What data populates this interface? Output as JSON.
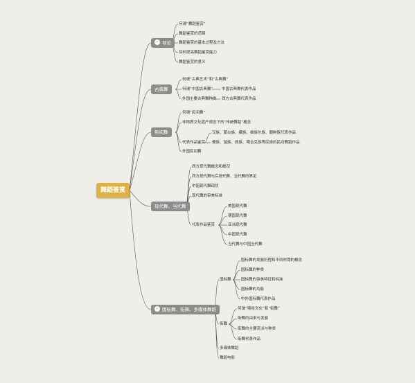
{
  "root": {
    "label": "舞蹈鉴赏"
  },
  "branches": [
    {
      "label": "导论",
      "icon": "check-circle-icon"
    },
    {
      "label": "古典舞"
    },
    {
      "label": "民间舞"
    },
    {
      "label": "现代舞、当代舞"
    },
    {
      "label": "国标舞、街舞、多媒体舞蹈",
      "icon": "check-circle-icon"
    }
  ],
  "intro": [
    "何谓“舞蹈鉴赏”",
    "舞蹈鉴赏的范畴",
    "舞蹈鉴赏的基本过程及方法",
    "如何提高舞蹈鉴赏能力",
    "舞蹈鉴赏的意义"
  ],
  "classical": {
    "items": [
      "何谓“古典艺术”和“古典舞”",
      "何谓“中国古典舞”",
      "外国主要古典舞种类"
    ],
    "subs": [
      "中国古典舞代表作品",
      "西方古典舞代表作品"
    ]
  },
  "folk": {
    "items": [
      "何谓“民间舞”",
      "非物质文化遗产观念下的“传统舞蹈”概念",
      "代表作品鉴赏",
      "外国民间舞"
    ],
    "subs": [
      "汉族、蒙古族、藏族、维族尔族、朝鲜族代表作品",
      "傣族、苗族、彝族、噶吉克族等民族的民间舞蹈作品"
    ]
  },
  "modern": {
    "items": [
      "西方现代舞概念和概况",
      "西方现代舞与后现代舞、当代舞的界定",
      "中国现代舞现状",
      "现代舞的审美标准",
      "代表作品鉴赏"
    ],
    "subs": [
      "美国现代舞",
      "德国现代舞",
      "亚洲现代舞",
      "中国现代舞",
      "当代舞与中国当代舞"
    ]
  },
  "dance": {
    "items": [
      "国标舞",
      "街舞",
      "多媒体舞蹈",
      "舞蹈电影"
    ],
    "ballroom": [
      "国标舞的发展历程和不同时期的概念",
      "国标舞的种类",
      "国标舞的审美特征和标准",
      "国标舞的功能",
      "中外国标舞代表作品"
    ],
    "street": [
      "何谓“嘻哈文化”和“街舞”",
      "街舞的由来与发展",
      "街舞的主要流派与种类",
      "街舞代表作品"
    ]
  }
}
